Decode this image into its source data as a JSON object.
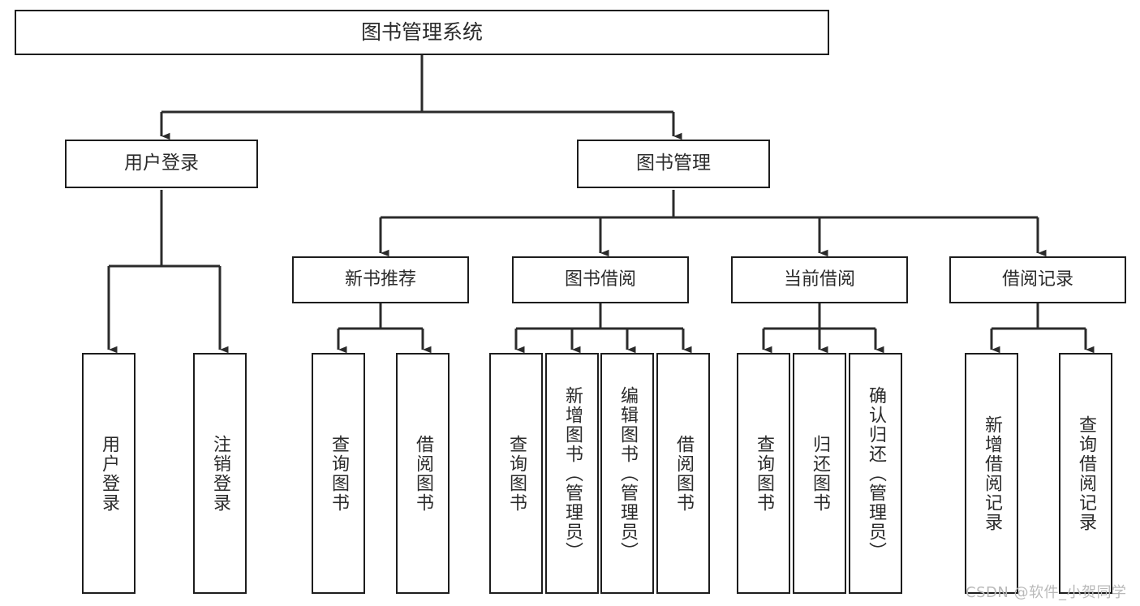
{
  "diagram": {
    "title": "图书管理系统",
    "type": "tree-hierarchy-chart",
    "colors": {
      "box_border": "#1d1d1d",
      "box_fill": "#ffffff",
      "edge": "#2b2b2b",
      "text": "#2b2b2b",
      "watermark": "#b9b9b9",
      "background": "#ffffff"
    },
    "root": {
      "label": "图书管理系统"
    },
    "level2": [
      {
        "label": "用户登录"
      },
      {
        "label": "图书管理"
      }
    ],
    "level3": [
      {
        "label": "新书推荐"
      },
      {
        "label": "图书借阅"
      },
      {
        "label": "当前借阅"
      },
      {
        "label": "借阅记录"
      }
    ],
    "leaves": {
      "user_login": [
        {
          "label": "用户登录"
        },
        {
          "label": "注销登录"
        }
      ],
      "new_book_recommend": [
        {
          "label": "查询图书"
        },
        {
          "label": "借阅图书"
        }
      ],
      "book_borrow": [
        {
          "label": "查询图书"
        },
        {
          "label": "新增图书（管理员）"
        },
        {
          "label": "编辑图书（管理员）"
        },
        {
          "label": "借阅图书"
        }
      ],
      "current_borrow": [
        {
          "label": "查询图书"
        },
        {
          "label": "归还图书"
        },
        {
          "label": "确认归还（管理员）"
        }
      ],
      "borrow_record": [
        {
          "label": "新增借阅记录"
        },
        {
          "label": "查询借阅记录"
        }
      ]
    },
    "watermark": "CSDN @软件_小贺同学"
  }
}
